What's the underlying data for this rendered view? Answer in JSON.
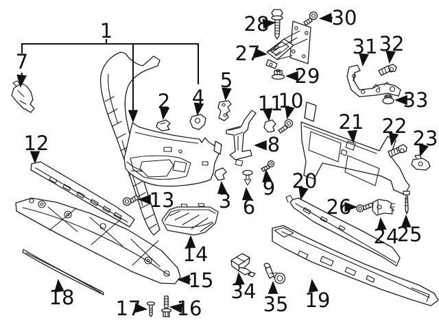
{
  "diagram": {
    "description": "Exploded parts diagram of a vehicle front bumper assembly",
    "background_color": "#ffffff",
    "line_color": "#1a1a1a",
    "callouts": [
      {
        "id": 1,
        "label": "1"
      },
      {
        "id": 2,
        "label": "2"
      },
      {
        "id": 3,
        "label": "3"
      },
      {
        "id": 4,
        "label": "4"
      },
      {
        "id": 5,
        "label": "5"
      },
      {
        "id": 6,
        "label": "6"
      },
      {
        "id": 7,
        "label": "7"
      },
      {
        "id": 8,
        "label": "8"
      },
      {
        "id": 9,
        "label": "9"
      },
      {
        "id": 10,
        "label": "10"
      },
      {
        "id": 11,
        "label": "11"
      },
      {
        "id": 12,
        "label": "12"
      },
      {
        "id": 13,
        "label": "13"
      },
      {
        "id": 14,
        "label": "14"
      },
      {
        "id": 15,
        "label": "15"
      },
      {
        "id": 16,
        "label": "16"
      },
      {
        "id": 17,
        "label": "17"
      },
      {
        "id": 18,
        "label": "18"
      },
      {
        "id": 19,
        "label": "19"
      },
      {
        "id": 20,
        "label": "20"
      },
      {
        "id": 21,
        "label": "21"
      },
      {
        "id": 22,
        "label": "22"
      },
      {
        "id": 23,
        "label": "23"
      },
      {
        "id": 24,
        "label": "24"
      },
      {
        "id": 25,
        "label": "25"
      },
      {
        "id": 26,
        "label": "26"
      },
      {
        "id": 27,
        "label": "27"
      },
      {
        "id": 28,
        "label": "28"
      },
      {
        "id": 29,
        "label": "29"
      },
      {
        "id": 30,
        "label": "30"
      },
      {
        "id": 31,
        "label": "31"
      },
      {
        "id": 32,
        "label": "32"
      },
      {
        "id": 33,
        "label": "33"
      },
      {
        "id": 34,
        "label": "34"
      },
      {
        "id": 35,
        "label": "35"
      }
    ]
  }
}
